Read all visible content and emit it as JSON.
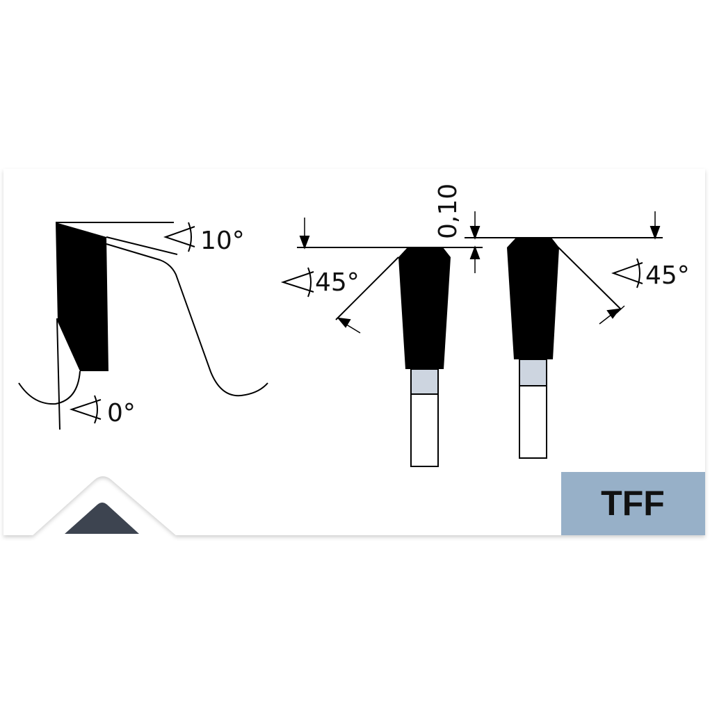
{
  "diagram": {
    "side_view": {
      "clearance_angle": "10°",
      "rake_angle": "0°"
    },
    "front_view": {
      "left_bevel_angle": "45°",
      "right_bevel_angle": "45°",
      "height_difference": "0,10"
    },
    "tooth_type_badge": "TFF",
    "colors": {
      "badge_bg": "#97b0c8",
      "carbide": "#000000",
      "stem_band": "#cdd5e0",
      "notch": "#3d4450"
    }
  }
}
